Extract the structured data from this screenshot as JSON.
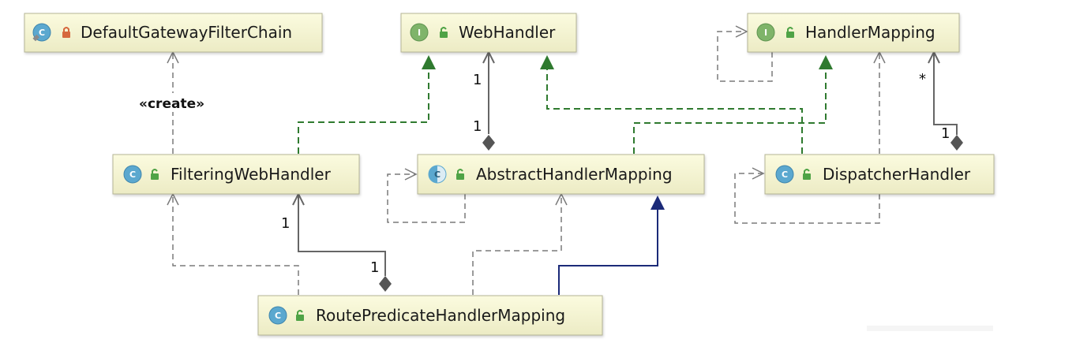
{
  "diagram": {
    "nodes": {
      "default_gateway_filter_chain": {
        "name": "DefaultGatewayFilterChain",
        "kind": "class",
        "badge": "C",
        "access": "private",
        "icon": "class-badge-icon"
      },
      "web_handler": {
        "name": "WebHandler",
        "kind": "interface",
        "badge": "I",
        "access": "public",
        "icon": "interface-badge-icon"
      },
      "handler_mapping": {
        "name": "HandlerMapping",
        "kind": "interface",
        "badge": "I",
        "access": "public",
        "icon": "interface-badge-icon"
      },
      "filtering_web_handler": {
        "name": "FilteringWebHandler",
        "kind": "class",
        "badge": "C",
        "access": "public",
        "icon": "class-badge-icon"
      },
      "abstract_handler_mapping": {
        "name": "AbstractHandlerMapping",
        "kind": "abstract class",
        "badge": "C",
        "access": "public",
        "icon": "abstract-class-badge-icon"
      },
      "dispatcher_handler": {
        "name": "DispatcherHandler",
        "kind": "class",
        "badge": "C",
        "access": "public",
        "icon": "class-badge-icon"
      },
      "route_predicate_handler_mapping": {
        "name": "RoutePredicateHandlerMapping",
        "kind": "class",
        "badge": "C",
        "access": "public",
        "icon": "class-badge-icon"
      }
    },
    "labels": {
      "create_stereotype": "«create»",
      "mult_abstract_webhandler_top": "1",
      "mult_abstract_webhandler_bottom": "1",
      "mult_dispatcher_handlermapping_star": "*",
      "mult_dispatcher_handlermapping_one": "1",
      "mult_filtering_route_top": "1",
      "mult_filtering_route_bottom": "1"
    },
    "relationships": [
      {
        "type": "create",
        "from": "FilteringWebHandler",
        "to": "DefaultGatewayFilterChain"
      },
      {
        "type": "implements",
        "from": "FilteringWebHandler",
        "to": "WebHandler"
      },
      {
        "type": "implements",
        "from": "DispatcherHandler",
        "to": "WebHandler"
      },
      {
        "type": "implements",
        "from": "AbstractHandlerMapping",
        "to": "HandlerMapping"
      },
      {
        "type": "composition",
        "from": "AbstractHandlerMapping",
        "to": "WebHandler"
      },
      {
        "type": "composition",
        "from": "DispatcherHandler",
        "to": "HandlerMapping"
      },
      {
        "type": "composition",
        "from": "RoutePredicateHandlerMapping",
        "to": "FilteringWebHandler"
      },
      {
        "type": "extends",
        "from": "RoutePredicateHandlerMapping",
        "to": "AbstractHandlerMapping"
      },
      {
        "type": "dependency",
        "from": "RoutePredicateHandlerMapping",
        "to": "FilteringWebHandler"
      },
      {
        "type": "dependency",
        "from": "RoutePredicateHandlerMapping",
        "to": "AbstractHandlerMapping"
      },
      {
        "type": "dependency",
        "from": "DispatcherHandler",
        "to": "HandlerMapping"
      },
      {
        "type": "self-dependency",
        "from": "HandlerMapping",
        "to": "HandlerMapping"
      },
      {
        "type": "self-dependency",
        "from": "AbstractHandlerMapping",
        "to": "AbstractHandlerMapping"
      },
      {
        "type": "self-dependency",
        "from": "DispatcherHandler",
        "to": "DispatcherHandler"
      }
    ],
    "colors": {
      "node_fill_top": "#fbfbdf",
      "node_fill_bottom": "#ecebc4",
      "node_border": "#b5b596",
      "class_badge": "#5ba8cf",
      "interface_badge": "#7fb46a",
      "lock_private": "#d6683e",
      "lock_public": "#4fa346",
      "implements_edge": "#2f7a2f",
      "extends_edge": "#1b2a78",
      "dependency_edge": "#7a7a7a",
      "composition_edge": "#666666"
    }
  }
}
